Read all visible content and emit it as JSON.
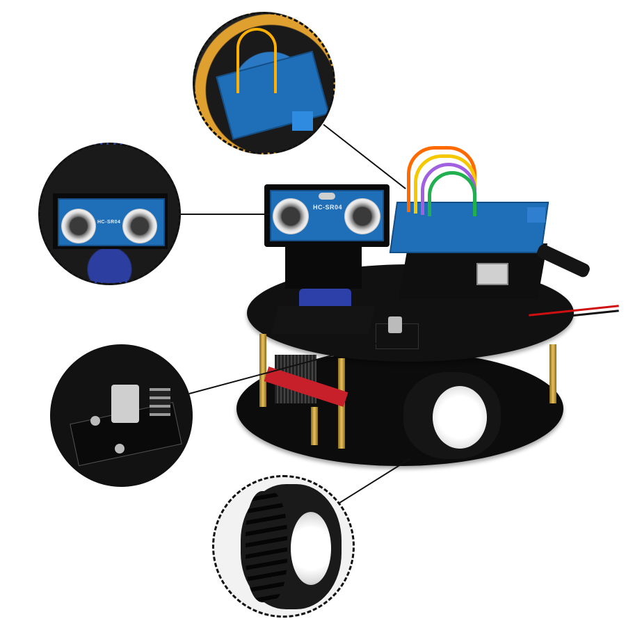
{
  "image": {
    "description": "Product photo of a two-tier round acrylic smart robot car kit with four dashed-circle detail callouts",
    "background": "#ffffff"
  },
  "robot": {
    "sensor_label": "HC-SR04",
    "components": [
      "ultrasonic sensor (HC-SR04) on servo mount",
      "sensor shield board on microcontroller board",
      "IR receiver module",
      "rubber tire wheel",
      "two-tier black acrylic chassis with brass standoffs",
      "colored jumper wires",
      "DC barrel power plug with red/black leads"
    ]
  },
  "callouts": [
    {
      "id": "shield-board",
      "subject": "sensor shield board with jumper wires"
    },
    {
      "id": "ultrasonic-sensor",
      "subject": "HC-SR04 ultrasonic sensor",
      "label": "HC-SR04"
    },
    {
      "id": "ir-receiver",
      "subject": "IR receiver module"
    },
    {
      "id": "wheel",
      "subject": "rubber tire wheel"
    }
  ],
  "colors": {
    "callout_border": "#111111",
    "pcb_blue": "#1f6fb8",
    "chassis": "#0c0c0c",
    "standoff_brass": "#d4b04a"
  }
}
